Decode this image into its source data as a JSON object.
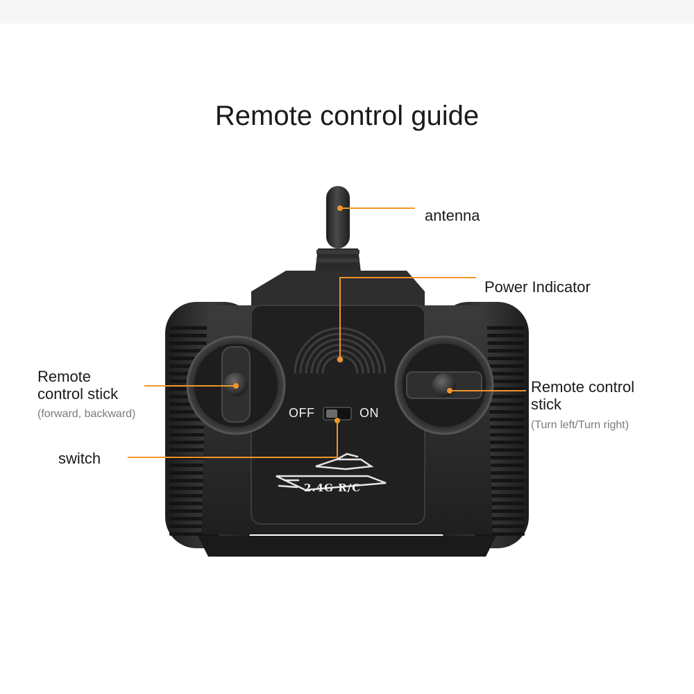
{
  "title": "Remote control guide",
  "callouts": {
    "antenna": "antenna",
    "power_indicator": "Power Indicator",
    "left_stick": {
      "label_line1": "Remote",
      "label_line2": "control stick",
      "note": "(forward, backward)"
    },
    "right_stick": {
      "label_line1": "Remote control",
      "label_line2": "stick",
      "note": "(Turn left/Turn right)"
    },
    "switch": "switch"
  },
  "device": {
    "switch_off_label": "OFF",
    "switch_on_label": "ON",
    "band_label": "2.4G R/C"
  },
  "colors": {
    "leader_line": "#f0962d",
    "device_body": "#2b2b2b",
    "device_panel": "#1e1e1e",
    "text": "#1a1a1a",
    "subtext": "#7a7a7a"
  }
}
